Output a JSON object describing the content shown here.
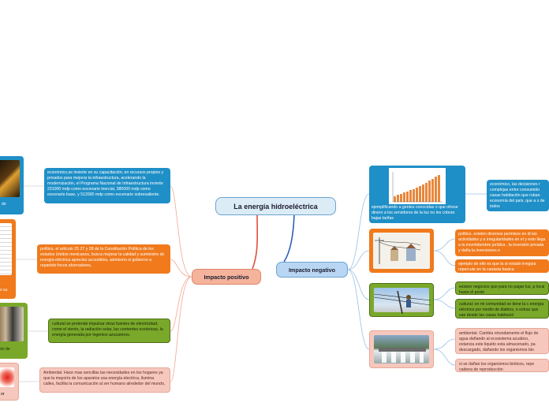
{
  "title": "La energía hidroeléctrica",
  "branches": {
    "positive": "Impacto positivo",
    "negative": "Impacto negativo"
  },
  "left": {
    "economic": "económico,se invierte en su capacitación, en recursos propios y privados para mejorar la infraestructura, acelerando la modernización, el  Programa Nacional de Infraestructura invierte  231000 mdp como escenario inercial, 380000 mdp como escenario base, y 512000 mdp como escenario sobresaliente.",
    "political": "político, el artículo 25 27 y 28 de la Constitución Política de los estados Unidos mexicanos, busca mejorar la calidad y suministro de energía eléctrica apreciso accesibles, asimismo si gobierno a repartido focos ahorradores,",
    "cultural": "cultural se pretende impulsar otras fuentes de electricidad, como el viento, la radiación solar, las corrientes oceánicas, la energía generada por ingenios azucareros.",
    "environmental": "Ambiental. Hace mas sencillas las necesidades en los hogares ya que la mayoría de los aparatos usa energía electrica, ilumina calles, facilita la comunicación al ser humano alrededor del mundo,",
    "cut1": "do",
    "cut2": "o su",
    "cut3": "ón de",
    "cut4": "or"
  },
  "right": {
    "chart_caption": "ejemplificando a gentes conocidas o que ofrese dinero a los servidores de la luz no les cobran bajas tarifas",
    "economic": "económico, las decisiones r complejas entre consumido casas habitación que roban economía del país, que a s de todos",
    "political1": "político,  existen diversos permisos  en di las actividades  y a irregularidades en el  y esto llega a la incertidumbre jurídica , la inversión privada y daña la inversiones e",
    "political2": "ejemplo de ello es que la si estado irregula repercute en la canasta basica",
    "cultural1": "existen negocios que para no pagar luz, p local hasta el poste",
    "cultural2": "cultural:  en mi comunidad se  tiene  la c energía eléctrica por medio de diablos, o extras que van desde las casas habitació",
    "environmental1": "ambiental. Cambia rotundamente el flujo de agua dañando al ecosistema acuático, estancia este liquido esta almacenado, pa descargado, dañando los organismos bio",
    "environmental2": "si se dañan los organismos bioticos, repe cadena de reproducción"
  },
  "colors": {
    "blue": "#1f8fc7",
    "orange": "#f07a1c",
    "green": "#7aa82a",
    "pink": "#f6c8bd"
  }
}
